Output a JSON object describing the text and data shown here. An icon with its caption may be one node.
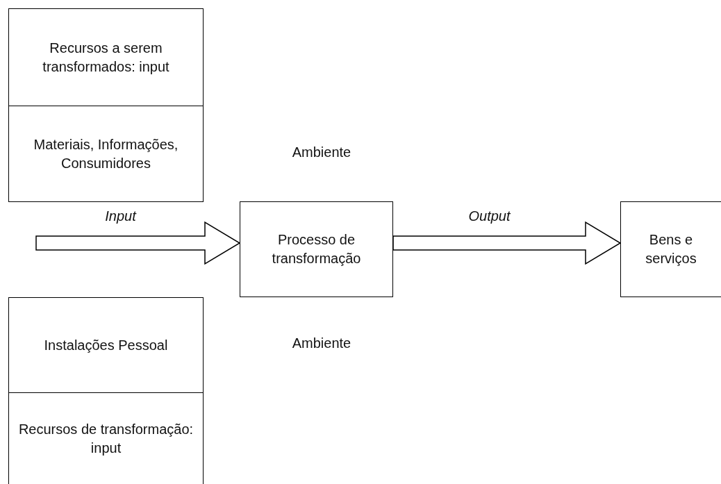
{
  "diagram": {
    "nodes": [
      {
        "text": [
          "Recursos a serem transformados: input"
        ]
      },
      {
        "text": [
          "Materiais, Informações, Consumidores"
        ]
      },
      {
        "text": [
          "Instalações Pessoal"
        ]
      },
      {
        "text": [
          "Recursos de transformação: input"
        ]
      },
      {
        "text": [
          "Processo de transformação"
        ]
      },
      {
        "text": [
          "Bens e serviços"
        ]
      }
    ],
    "edges": [
      {
        "from": null,
        "to": 4,
        "arrow": "to",
        "label": "Input",
        "style": "thick"
      },
      {
        "from": 4,
        "to": 5,
        "arrow": "to",
        "label": "Output",
        "style": "thick"
      }
    ],
    "labels": [
      "Ambiente",
      "Ambiente"
    ]
  }
}
